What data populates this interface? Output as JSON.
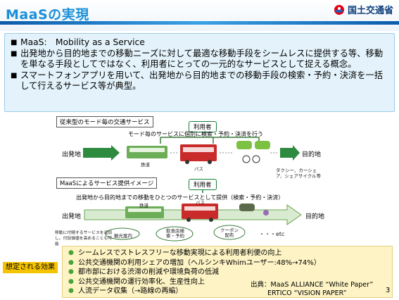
{
  "header": {
    "title": "MaaSの実現",
    "ministry": "国土交通省"
  },
  "summary": {
    "bullets": [
      "MaaS:　Mobility as a Service",
      "出発地から目的地までの移動ニーズに対して最適な移動手段をシームレスに提供する等、移動を単なる手段としてではなく、利用者にとっての一元的なサービスとして捉える概念。",
      "スマートフォンアプリを用いて、出発地から目的地までの移動手段の検索・予約・決済を一括して行えるサービス等が典型。"
    ]
  },
  "diagram": {
    "conventional": {
      "label": "従来型のモード毎の交通サービス",
      "user": "利用者",
      "caption": "モード毎のサービスに個別に検索・予約・決済を行う",
      "origin": "出発地",
      "destination": "目的地",
      "rail": "鉄道",
      "bus": "バス",
      "other": "タクシー、カーシェア、シェアサイクル等"
    },
    "maas": {
      "label": "MaaSによるサービス提供イメージ",
      "user": "利用者",
      "caption": "出発地から目的地までの移動をひとつのサービスとして提供（検索・予約・決済）",
      "origin": "出発地",
      "destination": "目的地",
      "rail": "鉄道",
      "bus": "バス",
      "note": "移動に付随するサービスを追加し、付加価値を高めることも可能",
      "services": [
        "観光案内",
        "飲食店検索・予約",
        "クーポン配布"
      ],
      "ellipsis": "・・・etc"
    }
  },
  "effects": {
    "label": "想定される効果",
    "items": [
      "シームレスでストレスフリーな移動実現による利用者利便の向上",
      "公共交通機関の利用シェアの増加（ヘルシンキWhimユーザー:48%→74%）",
      "都市部における渋滞の削減や環境負荷の低減",
      "公共交通機関の運行効率化、生産性向上",
      "人流データ収集（→路線の再編）"
    ],
    "source_line1": "出典：MaaS ALLIANCE “White Paper”",
    "source_line2": "ERTICO “VISION PAPER”"
  },
  "page_number": "3"
}
